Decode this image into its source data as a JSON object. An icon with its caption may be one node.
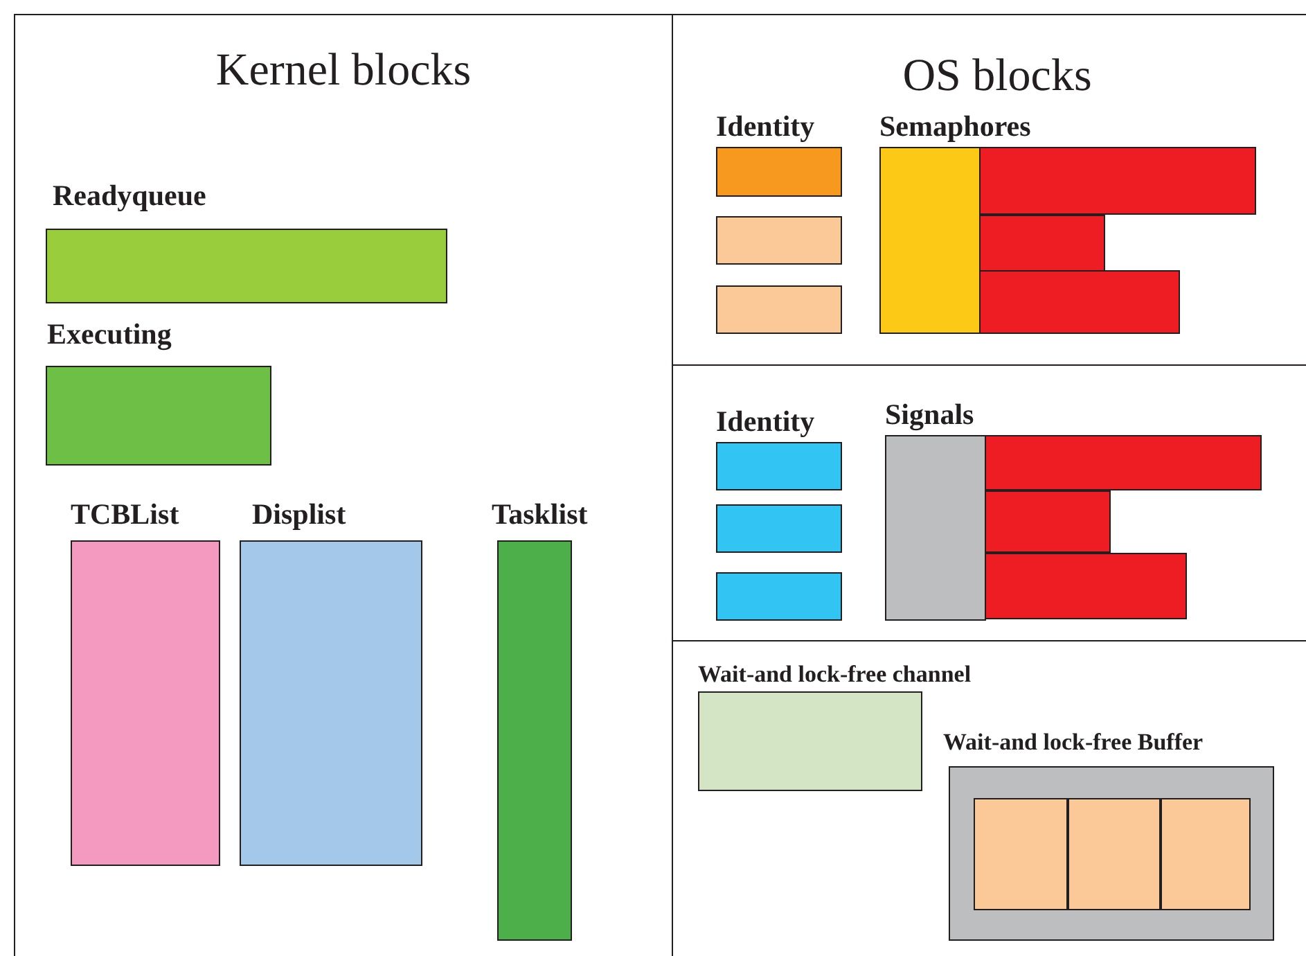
{
  "diagram": {
    "nodes": [
      {
        "text": [
          "Kernel blocks"
        ]
      },
      {
        "text": [
          "Readyqueue"
        ],
        "in": 0
      },
      {
        "text": [
          "Executing"
        ],
        "in": 0
      },
      {
        "text": [
          "TCBList"
        ],
        "in": 0
      },
      {
        "text": [
          "Displist"
        ],
        "in": 0
      },
      {
        "text": [
          "Tasklist"
        ],
        "in": 0
      },
      {
        "text": [
          "OS blocks"
        ]
      },
      {
        "text": [
          "Identity"
        ],
        "in": 6
      },
      {
        "text": [],
        "shape": "box",
        "in": 6
      },
      {
        "text": [],
        "shape": "box",
        "in": 6
      },
      {
        "text": [
          "Semaphores"
        ],
        "in": 6
      },
      {
        "text": [],
        "shape": "box",
        "in": 6
      },
      {
        "text": [],
        "shape": "box",
        "in": 6
      },
      {
        "text": [],
        "shape": "box",
        "in": 6
      },
      {
        "text": [],
        "shape": "box"
      },
      {
        "text": [
          "Identity"
        ],
        "in": 14
      },
      {
        "text": [],
        "shape": "box",
        "in": 14
      },
      {
        "text": [],
        "shape": "box",
        "in": 14
      },
      {
        "text": [
          "Signals"
        ],
        "in": 14
      },
      {
        "text": [],
        "shape": "box",
        "in": 14
      },
      {
        "text": [],
        "shape": "box",
        "in": 14
      },
      {
        "text": [],
        "shape": "box",
        "in": 14
      },
      {
        "text": [],
        "shape": "box"
      },
      {
        "text": [
          "Wait-and lock-free channel"
        ],
        "in": 22
      },
      {
        "text": [
          "Wait-and lock-free Buffer"
        ],
        "in": 22
      },
      {
        "text": [],
        "shape": "box",
        "in": 24
      },
      {
        "text": [],
        "shape": "box",
        "in": 24
      },
      {
        "text": [],
        "shape": "box",
        "in": 24
      }
    ]
  }
}
